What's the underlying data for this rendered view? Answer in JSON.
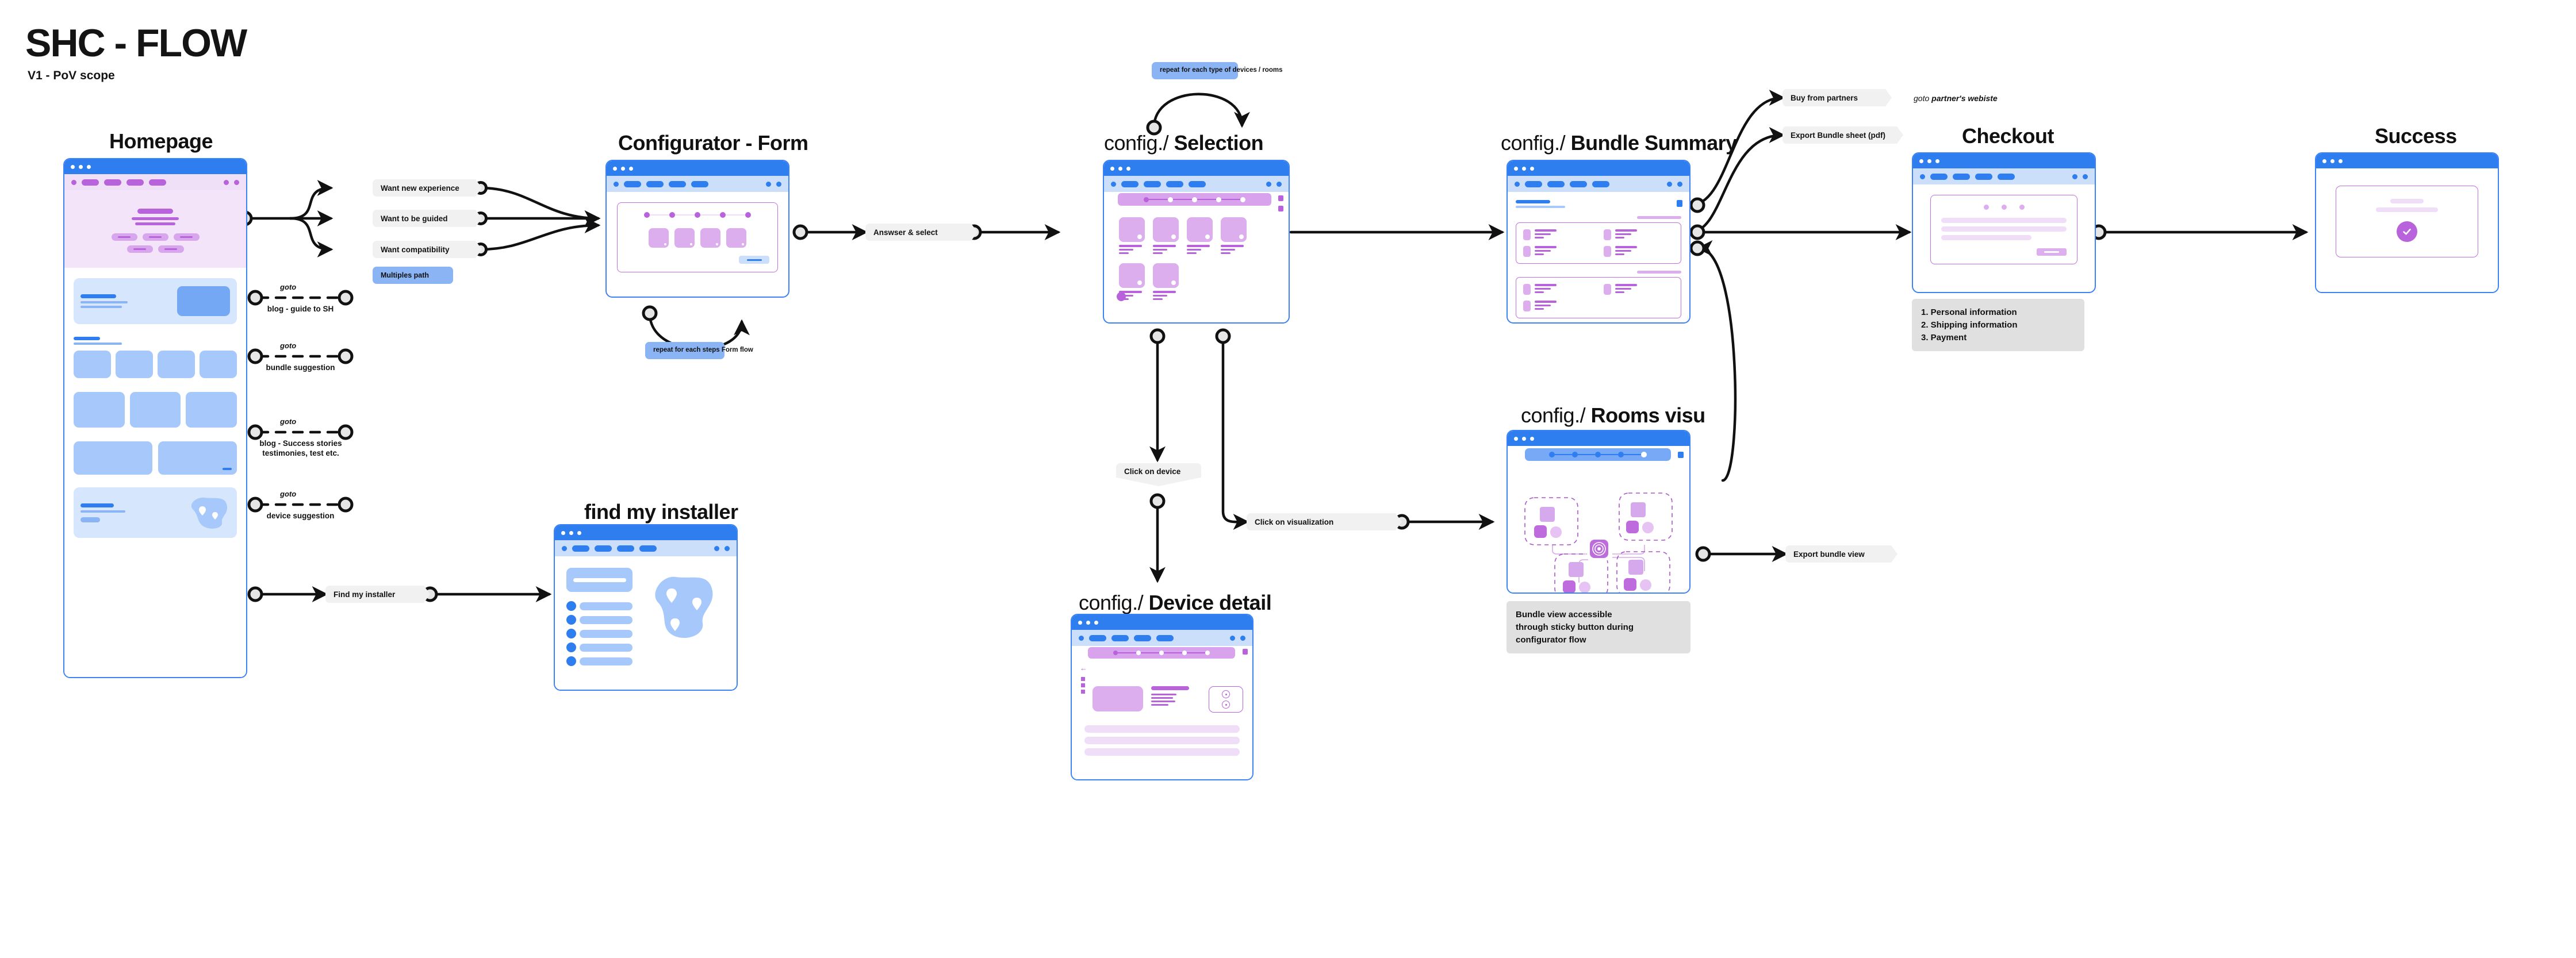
{
  "header": {
    "title": "SHC - FLOW",
    "subtitle": "V1 - PoV scope"
  },
  "stages": {
    "homepage": {
      "title": "Homepage"
    },
    "configurator": {
      "title": "Configurator - Form"
    },
    "selection": {
      "prefix": "config./ ",
      "title": "Selection"
    },
    "bundle": {
      "prefix": "config./ ",
      "title": "Bundle Summary"
    },
    "checkout": {
      "title": "Checkout"
    },
    "success": {
      "title": "Success"
    },
    "installer": {
      "title": "find my installer"
    },
    "device_detail": {
      "prefix": "config./ ",
      "title": "Device detail"
    },
    "rooms_visu": {
      "prefix": "config./ ",
      "title": "Rooms visu"
    }
  },
  "chips": {
    "want_new_experience": "Want new experience",
    "want_to_be_guided": "Want to be guided",
    "want_compatibility": "Want compatibility",
    "multiples_path": "Multiples path",
    "find_my_installer": "Find my installer",
    "answer_select": "Answser & select",
    "repeat_form_flow": "repeat for each steps\nForm flow",
    "repeat_devices_rooms": "repeat for each type of\ndevices / rooms",
    "click_on_device": "Click on device",
    "click_on_visualization": "Click on visualization",
    "buy_from_partners": "Buy from partners",
    "export_bundle_sheet": "Export Bundle sheet (pdf)",
    "export_bundle_view": "Export bundle view"
  },
  "goto_links": [
    {
      "label": "goto",
      "target": "blog - guide to SH"
    },
    {
      "label": "goto",
      "target": "bundle suggestion"
    },
    {
      "label": "goto",
      "target": "blog - Success stories\ntestimonies, test etc."
    },
    {
      "label": "goto",
      "target": "device suggestion"
    }
  ],
  "annotations": {
    "partner_goto_prefix": "goto ",
    "partner_goto_target": "partner's webiste",
    "checkout_steps": "1. Personal information\n2. Shipping information\n3. Payment",
    "bundle_view_note": "Bundle view accessible\nthrough sticky button during\nconfigurator flow"
  },
  "colors": {
    "window_border": "#3B82F6",
    "titlebar": "#2F7EF0",
    "nav_purple": "#EFDFF7",
    "nav_blue": "#CBDFFB",
    "accent_purple": "#B863DC",
    "accent_blue": "#2F7EF0",
    "chip_grey": "#F1F1F1",
    "note_grey": "#E0E0E0",
    "badge_blue": "#8AB4F4"
  }
}
